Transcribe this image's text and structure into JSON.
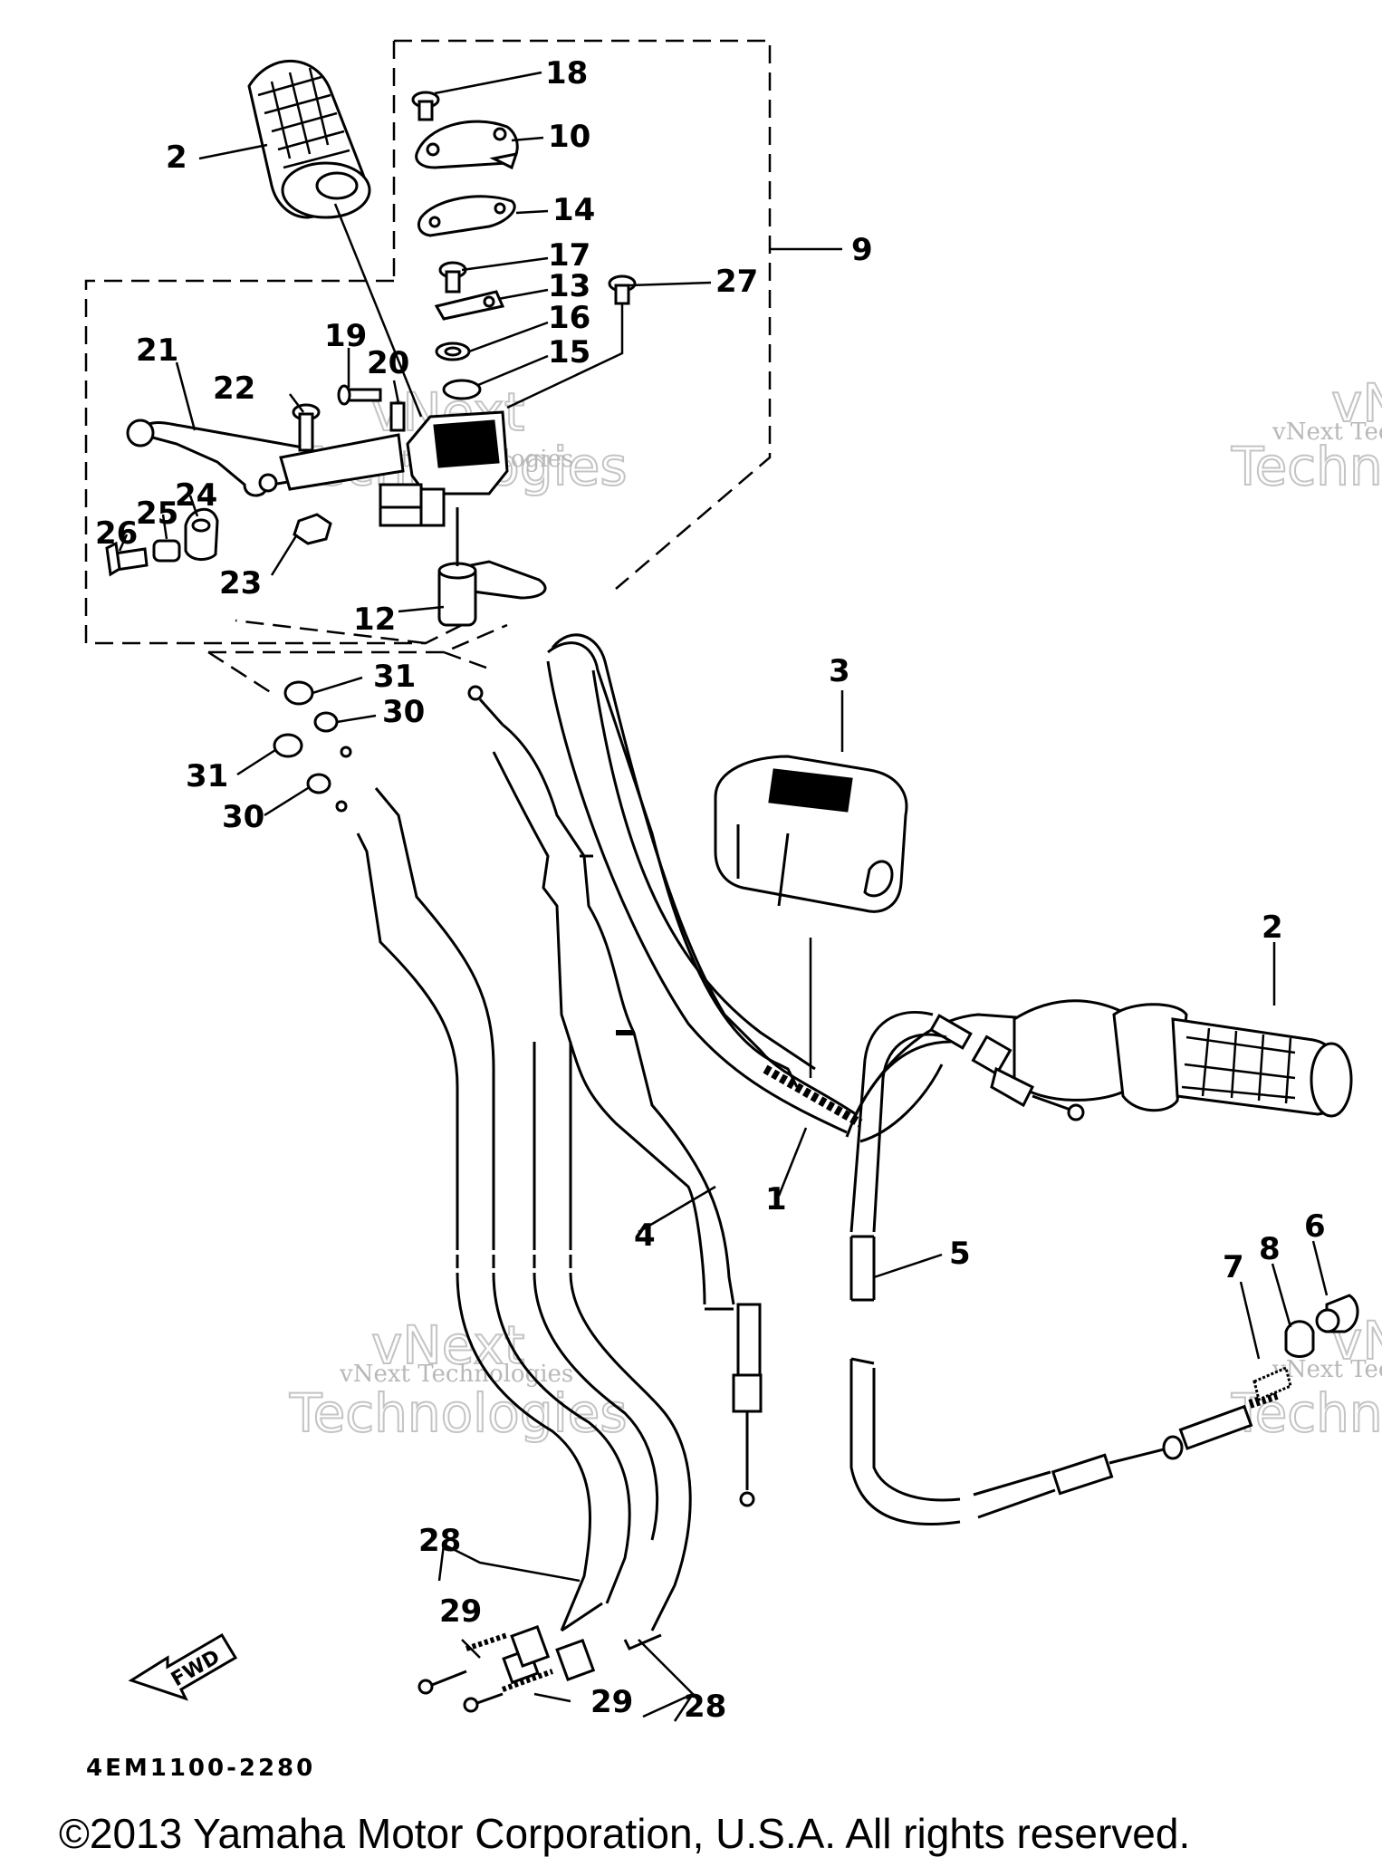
{
  "diagram": {
    "part_code": "4EM1100-2280",
    "fwd_label": "FWD",
    "copyright": "©2013 Yamaha Motor Corporation, U.S.A. All rights reserved.",
    "watermark_small": "vNext Technologies",
    "watermark_large_1": "vNext",
    "watermark_large_2": "Technologies",
    "callouts": {
      "c1": "1",
      "c2a": "2",
      "c2b": "2",
      "c3": "3",
      "c4": "4",
      "c5": "5",
      "c6": "6",
      "c7": "7",
      "c8": "8",
      "c9": "9",
      "c10": "10",
      "c12": "12",
      "c13": "13",
      "c14": "14",
      "c15": "15",
      "c16": "16",
      "c17": "17",
      "c18": "18",
      "c19": "19",
      "c20": "20",
      "c21": "21",
      "c22": "22",
      "c23": "23",
      "c24": "24",
      "c25": "25",
      "c26": "26",
      "c27": "27",
      "c28a": "28",
      "c28b": "28",
      "c29a": "29",
      "c29b": "29",
      "c30a": "30",
      "c30b": "30",
      "c31a": "31",
      "c31b": "31"
    }
  }
}
